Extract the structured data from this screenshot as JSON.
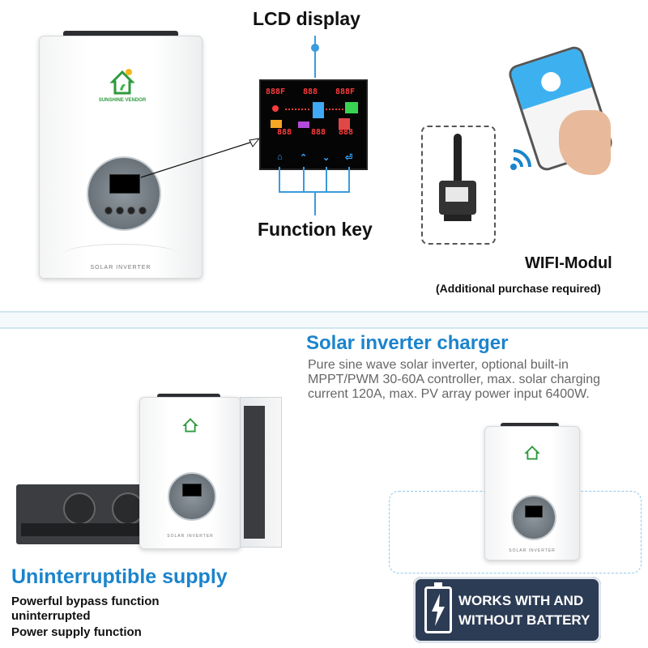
{
  "top": {
    "lcd_title": "LCD display",
    "function_key": "Function key",
    "wifi_label": "WIFI-Modul",
    "wifi_note": "(Additional purchase required)",
    "inverter_label": "SOLAR INVERTER",
    "logo_text": "SUNSHINE VENDOR",
    "lcd_digits": [
      "888F",
      "888",
      "888F",
      "888",
      "888",
      "888"
    ],
    "lcd_keys": [
      "home",
      "up",
      "down",
      "enter"
    ]
  },
  "bottom": {
    "title": "Solar inverter charger",
    "description": "Pure sine wave solar inverter, optional built-in MPPT/PWM 30-60A controller, max. solar charging current 120A, max. PV array power input 6400W.",
    "ups_title": "Uninterruptible supply",
    "ups_lines": [
      "Powerful bypass function",
      "uninterrupted",
      "Power supply function"
    ],
    "badge_line1": "WORKS WITH AND",
    "badge_line2": "WITHOUT BATTERY",
    "inverter_label": "SOLAR INVERTER"
  },
  "colors": {
    "accent_blue": "#1b84cc",
    "badge_bg": "#2d3c55",
    "logo_green": "#2e9a3c"
  }
}
